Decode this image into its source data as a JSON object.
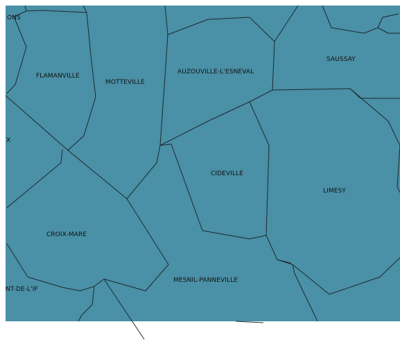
{
  "map": {
    "fill_color": "#4a90a6",
    "border_color": "#1c2a30",
    "background_color": "#ffffff",
    "labels": {
      "ons": "ONS",
      "flamanville": "FLAMANVILLE",
      "motteville": "MOTTEVILLE",
      "auzouville": "AUZOUVILLE-L'ESNEVAL",
      "saussay": "SAUSSAY",
      "x_partial": "X",
      "cideville": "CIDEVILLE",
      "limesy": "LIMESY",
      "croix_mare": "CROIX-MARE",
      "mesnil_panneville": "MESNIL-PANNEVILLE",
      "nt_de_lif": "NT-DE-L'IF"
    }
  }
}
